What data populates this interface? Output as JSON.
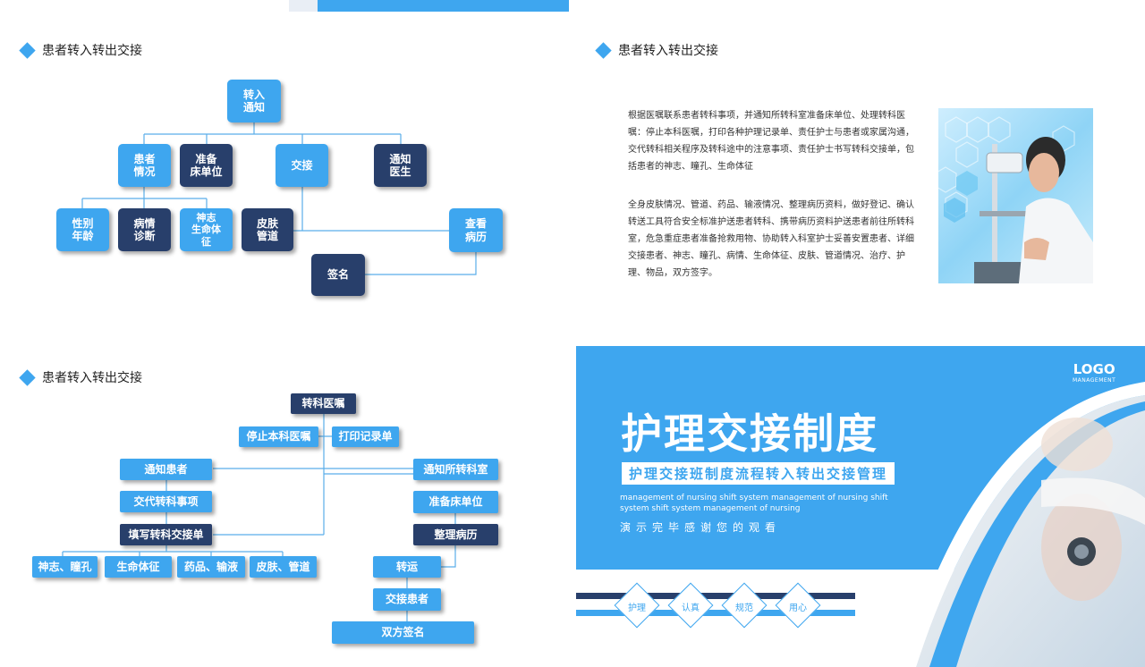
{
  "section_title": "患者转入转出交接",
  "flow1": {
    "zhuanru": "转入\n通知",
    "huanzhe": "患者\n情况",
    "zhunbei": "准备\n床单位",
    "jiaojie": "交接",
    "tongzhi_yisheng": "通知\n医生",
    "xingbie": "性别\n年龄",
    "bingqing": "病情\n诊断",
    "shenzhi": "神志\n生命体\n征",
    "pifu": "皮肤\n管道",
    "chakan": "查看\n病历",
    "qianming": "签名"
  },
  "text_block": {
    "para1": "根据医嘱联系患者转科事项，并通知所转科室准备床单位、处理转科医嘱：停止本科医嘱，打印各种护理记录单、责任护士与患者或家属沟通，交代转科相关程序及转科途中的注意事项、责任护士书写转科交接单，包括患者的神志、瞳孔、生命体征",
    "para2": "全身皮肤情况、管道、药品、输液情况、整理病历资料，做好登记、确认转送工具符合安全标准护送患者转科、携带病历资料护送患者前往所转科室，危急重症患者准备抢救用物、协助转入科室护士妥善安置患者、详细交接患者、神志、瞳孔、病情、生命体征、皮肤、管道情况、治疗、护理、物品，双方签字。"
  },
  "flow2": {
    "yizhu": "转科医嘱",
    "tingzhi": "停止本科医嘱",
    "dayin": "打印记录单",
    "tongzhi_huanzhe": "通知患者",
    "tongzhi_keshi": "通知所转科室",
    "jiaodai": "交代转科事项",
    "zhunbei": "准备床单位",
    "tianxie": "填写转科交接单",
    "zhengli": "整理病历",
    "shenzhi": "神志、瞳孔",
    "shengming": "生命体征",
    "yaopin": "药品、输液",
    "pifu": "皮肤、管道",
    "zhuanyun": "转运",
    "jiaojie": "交接患者",
    "shuangfang": "双方签名"
  },
  "cover": {
    "logo": "LOGO",
    "logo_sub": "MANAGEMENT",
    "title": "护理交接制度",
    "subtitle": "护理交接班制度流程转入转出交接管理",
    "english": "management of nursing shift system management of nursing shift system shift system management of nursing",
    "thanks": "演示完毕感谢您的观看",
    "tags": [
      "护理",
      "认真",
      "规范",
      "用心"
    ]
  },
  "colors": {
    "accent": "#3ea6ef",
    "navy": "#283f6b"
  }
}
